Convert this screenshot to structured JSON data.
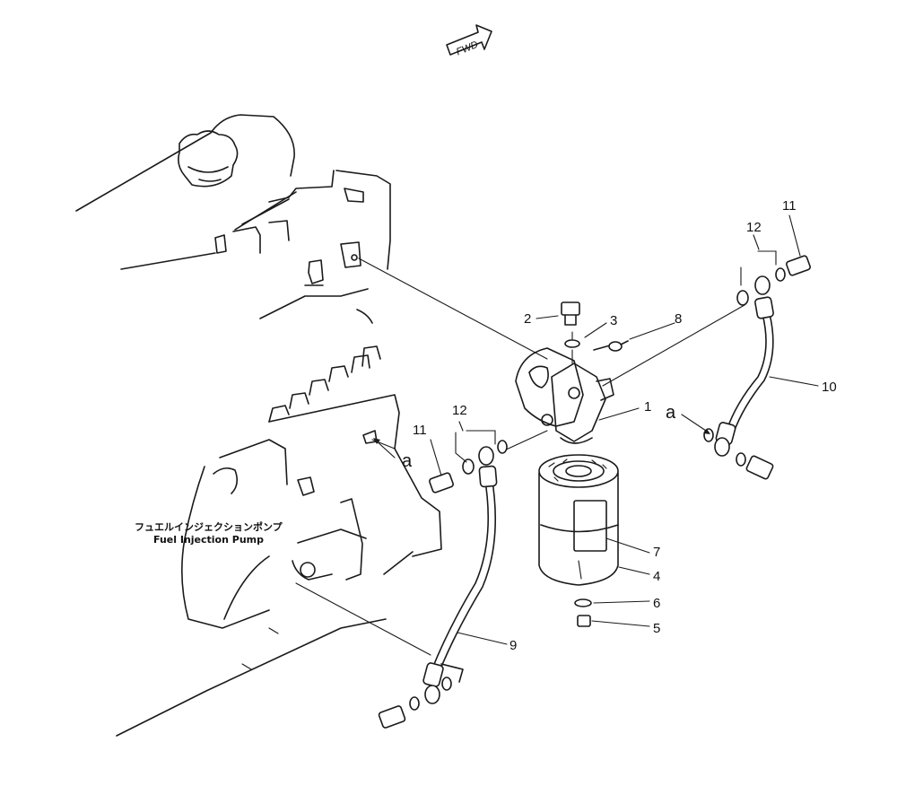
{
  "fwd_label": "FWD",
  "pump_label_jp": "フュエルインジェクションポンプ",
  "pump_label_en": "Fuel Injection Pump",
  "ref_a1": "a",
  "ref_a2": "a",
  "callouts": {
    "c1": "1",
    "c2": "2",
    "c3": "3",
    "c4": "4",
    "c5": "5",
    "c6": "6",
    "c7": "7",
    "c8": "8",
    "c9": "9",
    "c10": "10",
    "c11a": "11",
    "c11b": "11",
    "c12a": "12",
    "c12b": "12"
  }
}
